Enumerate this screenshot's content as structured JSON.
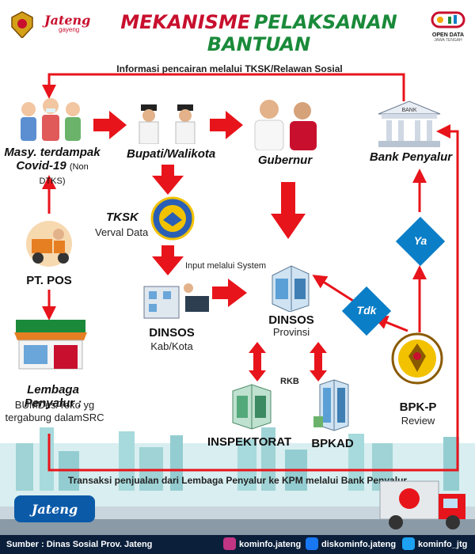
{
  "title": {
    "part1": "MEKANISME",
    "part2": "PELAKSANAN BANTUAN"
  },
  "logos": {
    "jateng_brand": "Jateng",
    "jateng_sub": "gayeng",
    "open_data": "OPEN DATA",
    "open_data_sub": "JAWA TENGAH"
  },
  "notes": {
    "top_loop": "Informasi pencairan melalui TKSK/Relawan Sosial",
    "input_system": "Input melalui System",
    "rkb": "RKB",
    "bottom_loop": "Transaksi penjualan dari Lembaga Penyalur ke KPM melalui Bank Penyalur"
  },
  "nodes": {
    "masy": {
      "line1": "Masy. terdampak",
      "line2": "Covid-19",
      "line2_suffix": "(Non DTKS)"
    },
    "bupati": {
      "label": "Bupati/Walikota"
    },
    "gubernur": {
      "label": "Gubernur"
    },
    "bank": {
      "label": "Bank Penyalur",
      "sign": "BANK"
    },
    "tksk": {
      "label": "TKSK",
      "sub": "Verval Data"
    },
    "pos": {
      "label": "PT. POS"
    },
    "dinsos_kab": {
      "label": "DINSOS",
      "sub": "Kab/Kota"
    },
    "dinsos_prov": {
      "label": "DINSOS",
      "sub": "Provinsi"
    },
    "lembaga": {
      "label": "Lembaga Penyalur :",
      "sub1": "BUMDes/Toko yg",
      "sub2": "tergabung dalamSRC"
    },
    "inspektorat": {
      "label": "INSPEKTORAT"
    },
    "bpkad": {
      "label": "BPKAD"
    },
    "bpkp": {
      "label": "BPK-P",
      "sub": "Review"
    }
  },
  "decisions": {
    "ya": "Ya",
    "tdk": "Tdk"
  },
  "footer": {
    "source": "Sumber : Dinas Sosial Prov. Jateng",
    "instagram": "kominfo.jateng",
    "facebook": "diskominfo.jateng",
    "twitter": "kominfo_jtg"
  },
  "colors": {
    "arrow": "#e8141b",
    "diamond": "#0a7ec7",
    "title_red": "#c8102e",
    "title_green": "#1a8a3a",
    "footer": "#0b1f3b"
  }
}
